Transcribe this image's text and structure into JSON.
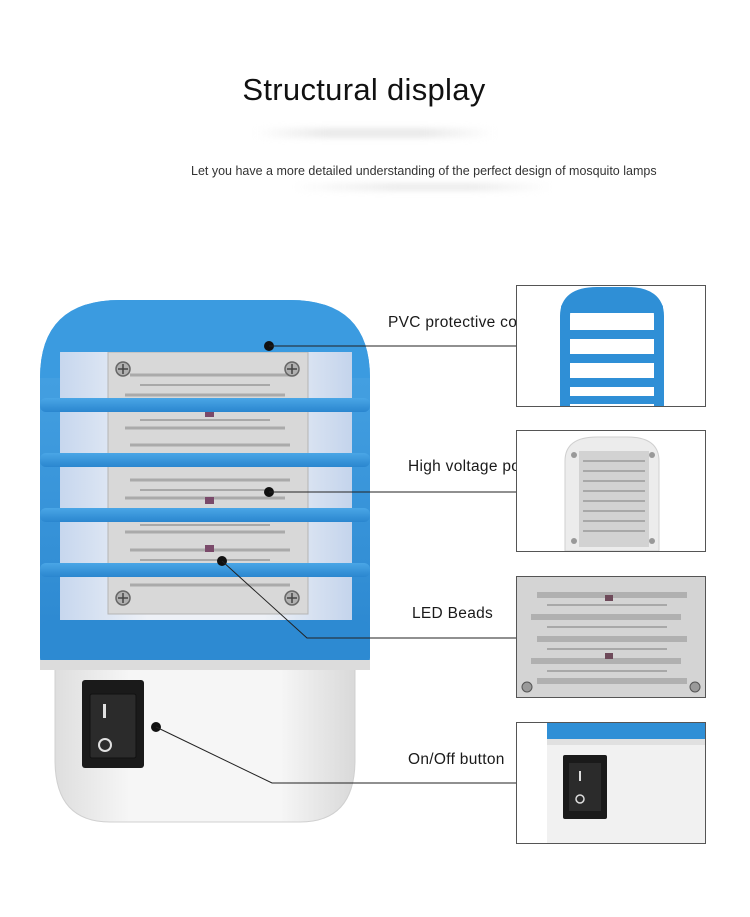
{
  "header": {
    "title": "Structural display",
    "subtitle": "Let you have a more detailed understanding of the perfect design of mosquito lamps"
  },
  "callouts": [
    {
      "label": "PVC protective cover"
    },
    {
      "label": "High voltage power grid"
    },
    {
      "label": "LED Beads"
    },
    {
      "label": "On/Off button"
    }
  ],
  "colors": {
    "cover_blue": "#2f8fd6",
    "cover_blue_dark": "#1c6fb0",
    "body_white": "#f2f2f2",
    "grid_metal": "#c9c9c9",
    "switch_black": "#1a1a1a"
  }
}
